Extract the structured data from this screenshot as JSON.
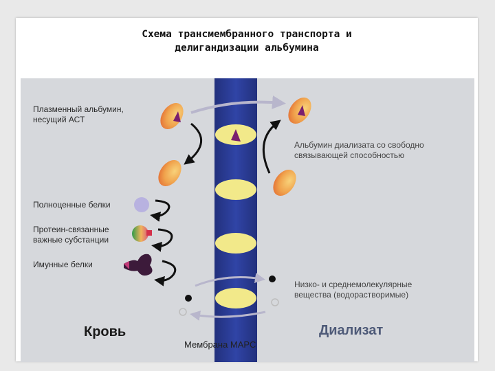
{
  "slide": {
    "title_line1": "Схема трансмембранного транспорта и",
    "title_line2": "делигандизации альбумина"
  },
  "diagram": {
    "labels": {
      "plasma_albumin_line1": "Плазменный альбумин,",
      "plasma_albumin_line2": "несущий АСТ",
      "dialysate_albumin_line1": "Альбумин диализата со свободно",
      "dialysate_albumin_line2": "связывающей способностью",
      "full_proteins": "Полноценные белки",
      "protein_bound_line1": "Протеин-связанные",
      "protein_bound_line2": "важные субстанции",
      "immune_proteins": "Имунные белки",
      "low_mid_line1": "Низко- и среднемолекулярные",
      "low_mid_line2": "вещества (водорастворимые)",
      "blood": "Кровь",
      "dialysate": "Диализат",
      "membrane": "Мембрана МАРС"
    },
    "colors": {
      "membrane": "#2b3a8f",
      "pore": "#f2e98a",
      "albumin_light": "#f6c36a",
      "albumin_dark": "#e8833a",
      "ligand": "#7a1f6e",
      "arrow_dark": "#111111",
      "arrow_light": "#b8b6cc"
    }
  }
}
